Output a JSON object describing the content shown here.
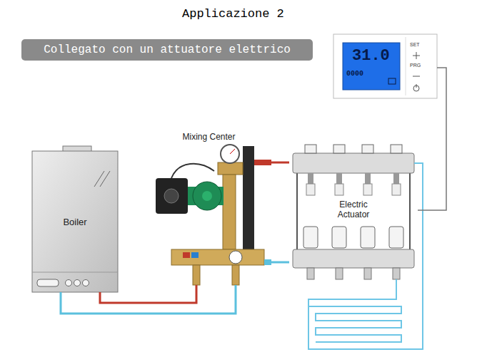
{
  "diagram": {
    "title": "Applicazione 2",
    "nodes": [
      {
        "text": [
          "Collegato con un attuatore elettrico"
        ]
      },
      {
        "text": [
          "31.0",
          "0000"
        ]
      },
      {
        "text": [
          "Boiler"
        ]
      },
      {
        "text": [
          "Mixing Center"
        ]
      },
      {
        "text": [
          "Electric Actuator"
        ]
      }
    ],
    "edges": [
      {
        "from": 2,
        "to": 3,
        "arrow": "none"
      },
      {
        "from": 3,
        "to": 2,
        "arrow": "none"
      },
      {
        "from": 3,
        "to": 4,
        "arrow": "none"
      },
      {
        "from": 3,
        "to": 4,
        "arrow": "none"
      },
      {
        "from": 1,
        "to": 4,
        "arrow": "none"
      }
    ],
    "labels": [
      "SET",
      "PRG"
    ]
  }
}
